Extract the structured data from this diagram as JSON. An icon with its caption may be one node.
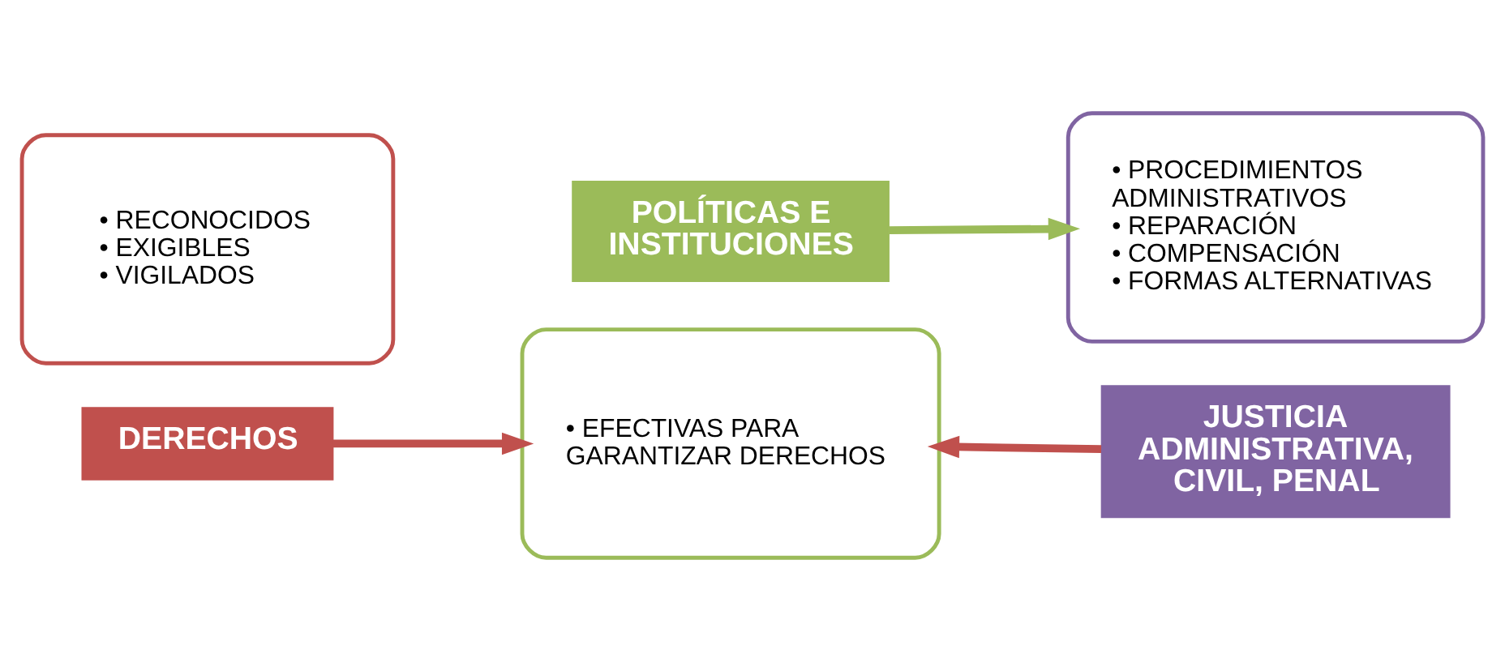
{
  "diagram": {
    "nodes": [
      {
        "text": [
          "• RECONOCIDOS",
          "• EXIGIBLES",
          "• VIGILADOS"
        ]
      },
      {
        "text": [
          "DERECHOS"
        ]
      },
      {
        "text": [
          "• EFECTIVAS PARA GARANTIZAR DERECHOS"
        ]
      },
      {
        "text": [
          "POLÍTICAS E INSTITUCIONES"
        ]
      },
      {
        "text": [
          "• PROCEDIMIENTOS ADMINISTRATIVOS",
          "• REPARACIÓN",
          "• COMPENSACIÓN",
          "• FORMAS ALTERNATIVAS"
        ]
      },
      {
        "text": [
          "JUSTICIA ADMINISTRATIVA, CIVIL, PENAL"
        ]
      }
    ],
    "edges": [
      {
        "from": 1,
        "to": 2,
        "arrow": "to",
        "color": "#c0504d"
      },
      {
        "from": 3,
        "to": 4,
        "arrow": "to",
        "color": "#9bbb59"
      },
      {
        "from": 5,
        "to": 2,
        "arrow": "to",
        "color": "#c0504d"
      }
    ]
  }
}
